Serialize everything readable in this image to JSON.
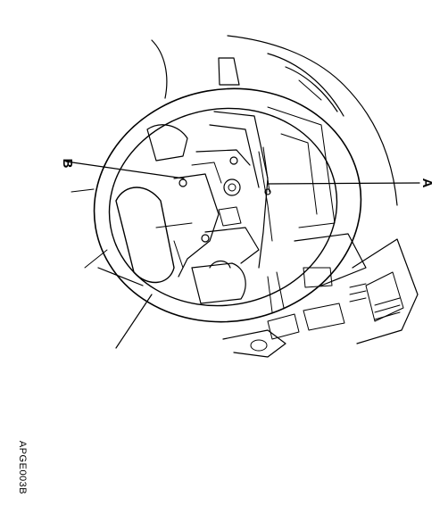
{
  "callouts": {
    "a": "A",
    "b": "B"
  },
  "figure_code": "APGE003B"
}
